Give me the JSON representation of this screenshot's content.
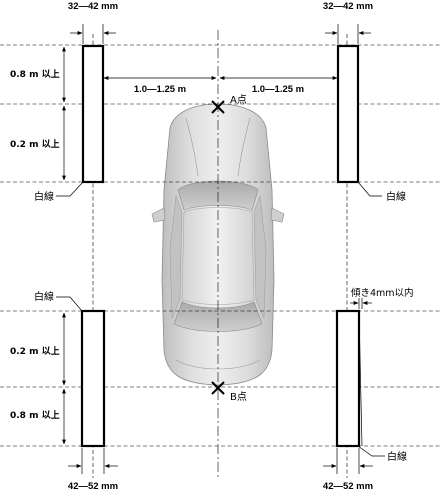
{
  "labels": {
    "top_left_width": "32—42 mm",
    "top_right_width": "32—42 mm",
    "bottom_left_width": "42—52 mm",
    "bottom_right_width": "42—52 mm",
    "dist_left": "1.0—1.25 m",
    "dist_right": "1.0—1.25 m",
    "upper_08": "0.8 m 以上",
    "upper_02": "0.2 m 以上",
    "lower_02": "0.2 m 以上",
    "lower_08": "0.8 m 以上",
    "white_line_top_left": "白線",
    "white_line_top_right": "白線",
    "white_line_bottom_left": "白線",
    "white_line_bottom_right": "白線",
    "point_a": "A点",
    "point_b": "B点",
    "tilt": "傾き4mm以内"
  }
}
